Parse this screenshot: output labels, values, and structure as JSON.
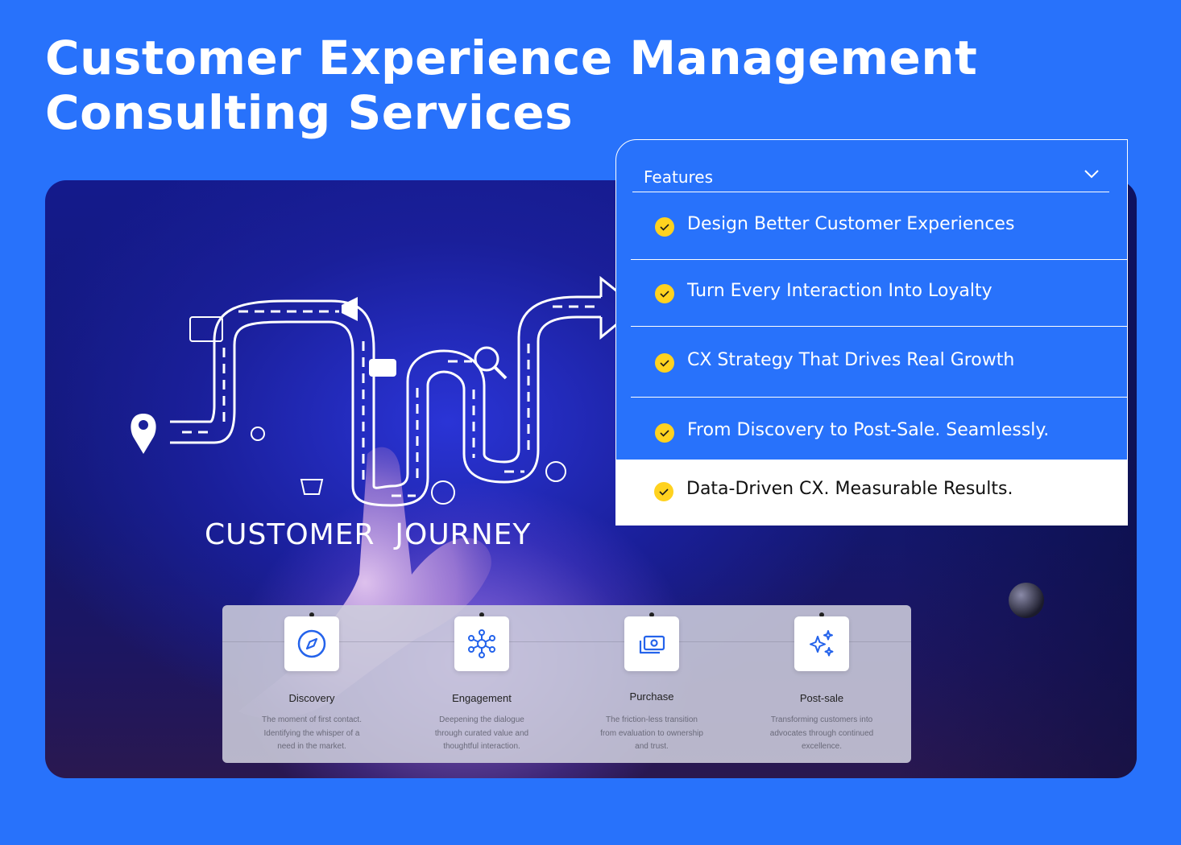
{
  "page": {
    "title_line1": "Customer Experience Management",
    "title_line2": "Consulting Services"
  },
  "hero": {
    "journey_label": "CUSTOMER  JOURNEY"
  },
  "features": {
    "label": "Features",
    "items": [
      {
        "text": "Design Better Customer Experiences",
        "active": false
      },
      {
        "text": "Turn Every Interaction Into Loyalty",
        "active": false
      },
      {
        "text": "CX Strategy That Drives Real Growth",
        "active": false
      },
      {
        "text": "From Discovery to Post-Sale. Seamlessly.",
        "active": false
      },
      {
        "text": "Data-Driven CX. Measurable Results.",
        "active": true
      }
    ],
    "check_color": "#FFD21F"
  },
  "stages": [
    {
      "name": "Discovery",
      "icon": "compass-icon",
      "desc": [
        "The moment of first contact.",
        "Identifying the whisper of a",
        "need in the market."
      ]
    },
    {
      "name": "Engagement",
      "icon": "network-icon",
      "desc": [
        "Deepening the dialogue",
        "through curated value and",
        "thoughtful interaction."
      ]
    },
    {
      "name": "Purchase",
      "icon": "money-icon",
      "desc": [
        "The friction-less transition",
        "from evaluation to ownership",
        "and trust."
      ]
    },
    {
      "name": "Post-sale",
      "icon": "sparkles-icon",
      "desc": [
        "Transforming customers into",
        "advocates through continued",
        "excellence."
      ]
    }
  ],
  "colors": {
    "brand_blue": "#2872FB",
    "icon_blue": "#2463EB",
    "check_yellow": "#FFD21F"
  }
}
